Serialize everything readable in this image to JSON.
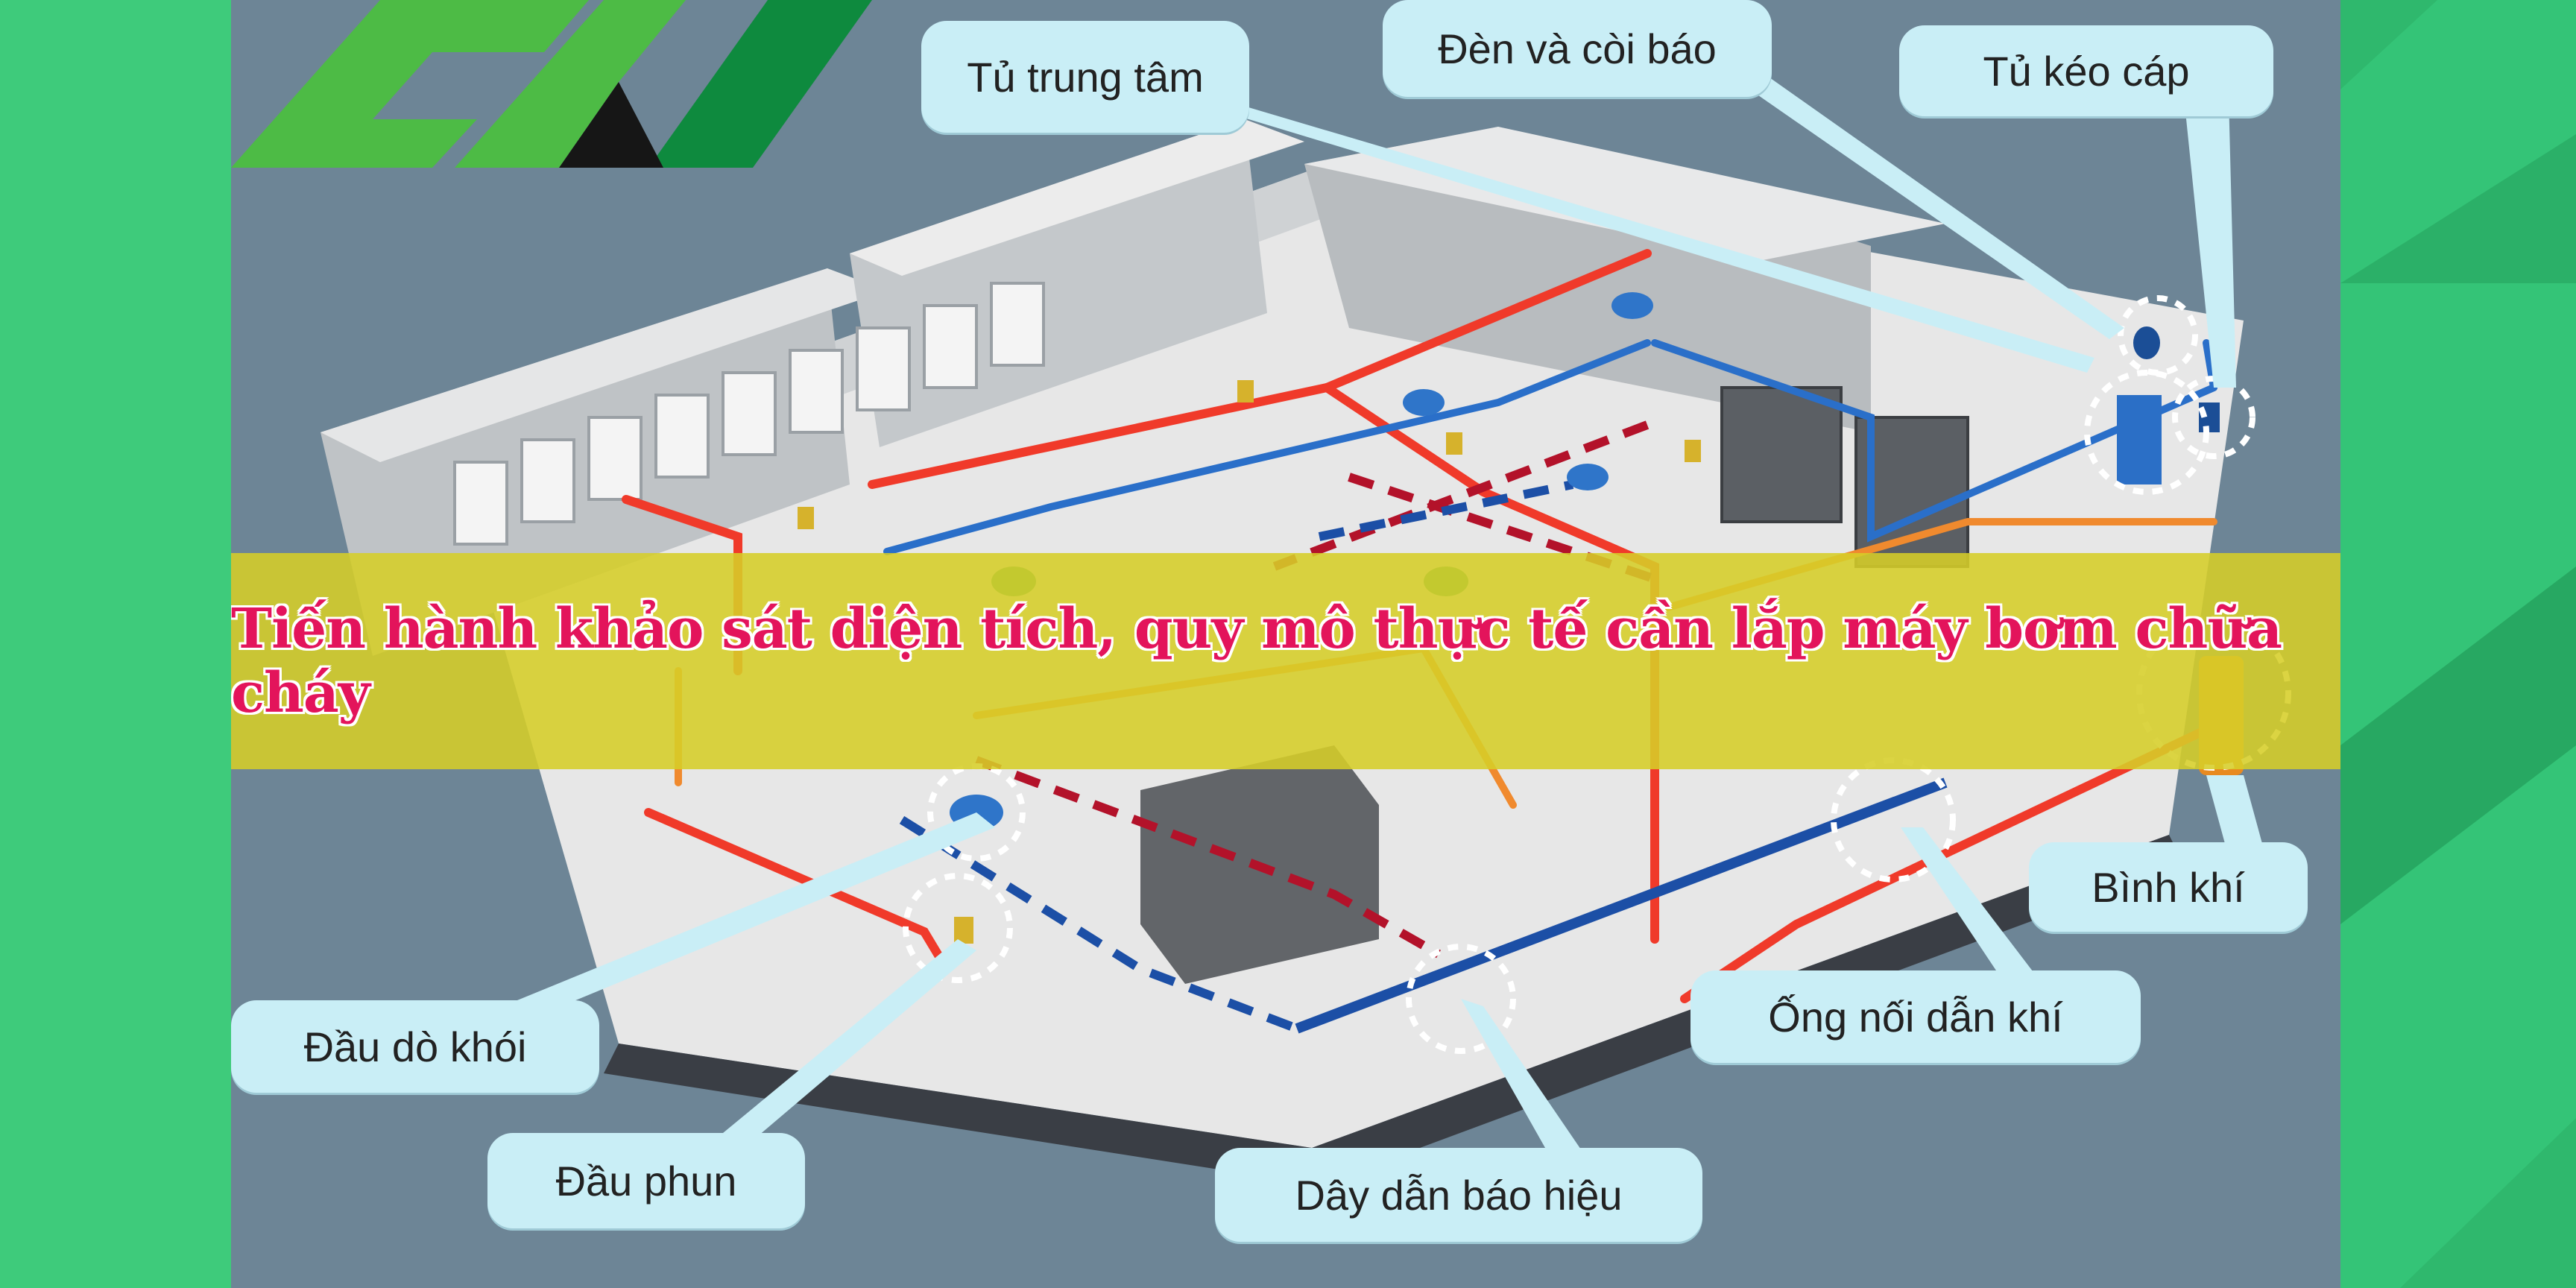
{
  "logo": {
    "name": "CV logo",
    "colors": {
      "light": "#4dbb45",
      "dark": "#0e8a3e",
      "shadow": "#161616"
    }
  },
  "banner": {
    "text": "Tiến hành khảo sát diện tích, quy mô thực tế cần lắp máy bơm chữa cháy",
    "color": "#e3145b"
  },
  "labels": {
    "central_cabinet": "Tủ trung tâm",
    "light_and_siren": "Đèn và còi báo",
    "cable_pull_cabinet": "Tủ kéo cáp",
    "gas_cylinder": "Bình khí",
    "gas_pipe": "Ống nối dẫn khí",
    "smoke_detector": "Đầu dò khói",
    "nozzle": "Đầu phun",
    "signal_wire": "Dây dẫn báo hiệu"
  },
  "colors": {
    "pipe_red": "#f03a2a",
    "pipe_blue": "#2a6fc9",
    "pipe_orange": "#f08a2e",
    "pipe_dashed_red": "#b3122a",
    "background_panel": "#6d8596",
    "callout_fill": "#c9eef6"
  }
}
